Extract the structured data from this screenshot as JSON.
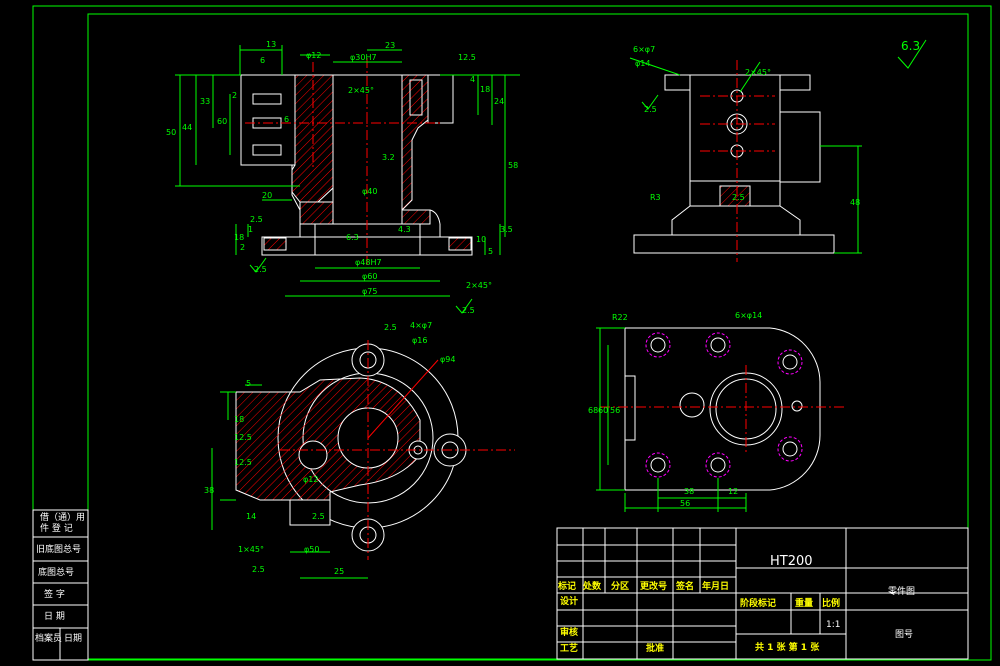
{
  "surface_roughness": {
    "global": "6.3",
    "marks": [
      "2.5",
      "2.5",
      "2.5",
      "2.5",
      "2.5",
      "12.5",
      "2.5",
      "12.5",
      "2.5"
    ]
  },
  "views": {
    "front": {
      "dims": [
        "13",
        "φ12",
        "23",
        "12.5",
        "6",
        "φ30H7",
        "2×45°",
        "φ40",
        "3.2",
        "50",
        "33",
        "18",
        "4",
        "24",
        "44",
        "20",
        "2",
        "58",
        "60",
        "6",
        "4.3",
        "10",
        "3.5",
        "18",
        "6.3",
        "2.5",
        "φ48H7",
        "φ60",
        "φ75",
        "2×45°",
        "1",
        "2",
        "5"
      ]
    },
    "side": {
      "dims": [
        "6×φ7",
        "φ14",
        "2.5",
        "2×45°",
        "R3",
        "2.5",
        "48"
      ]
    },
    "top": {
      "dims": [
        "5",
        "4×φ7",
        "φ16",
        "φ94",
        "2.5",
        "12.5",
        "38",
        "18",
        "14",
        "12.5",
        "φ12",
        "2.5",
        "1×45°",
        "φ50",
        "25",
        "2.5"
      ]
    },
    "right": {
      "dims": [
        "R22",
        "6×φ14",
        "68",
        "56",
        "60",
        "38",
        "12",
        "56"
      ]
    }
  },
  "left_strip": {
    "rows": [
      "借（通）用",
      "件 登 记",
      "旧底图总号",
      "底图总号",
      "签 字",
      "日 期"
    ],
    "bottom": [
      "档案员",
      "日期"
    ]
  },
  "title_block": {
    "material": "HT200",
    "drawing_name": "零件图",
    "drawing_no_label": "图号",
    "headers": [
      "标记",
      "处数",
      "分区",
      "更改号",
      "签名",
      "年月日"
    ],
    "design": "设计",
    "review": "审核",
    "process": "工艺",
    "approve": "批准",
    "stage": "阶段标记",
    "weight": "重量",
    "scale_label": "比例",
    "scale": "1:1",
    "sheets": "共 1 张 第 1 张"
  },
  "colors": {
    "frame": "#00ff00",
    "outline": "#ffffff",
    "center": "#ff0000",
    "hatch": "#ff0000",
    "hidden": "#ff00ff",
    "text": "#ffff00",
    "dim": "#00ff00"
  }
}
